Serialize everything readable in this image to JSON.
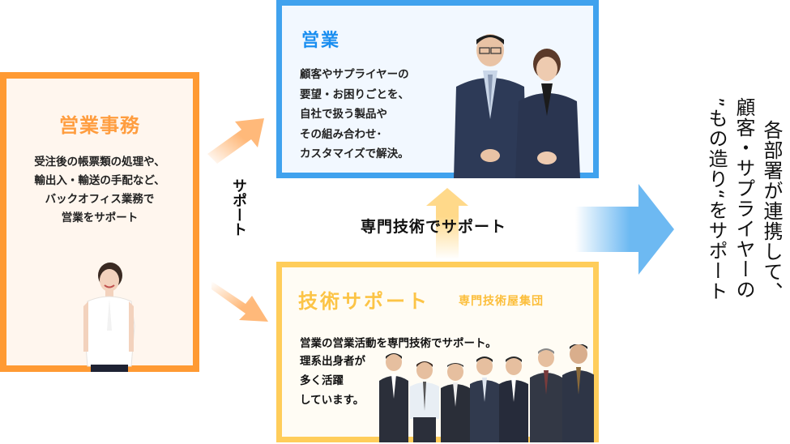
{
  "colors": {
    "office_border": "#ff9a33",
    "office_bg": "#fff6ee",
    "office_title": "#ff9d3f",
    "sales_border": "#40a2ee",
    "sales_bg": "#f2f8ff",
    "sales_title": "#1a8ef0",
    "tech_border": "#ffcd5a",
    "tech_bg": "#fffcf4",
    "tech_title": "#fcc446",
    "arrow_orange": "#ffb97a",
    "arrow_yellow": "#ffd98a",
    "arrow_blue": "#6db9f2"
  },
  "office_card": {
    "title": "営業事務",
    "desc": [
      "受注後の帳票類の処理や、",
      "輸出入・輸送の手配など、",
      "バックオフィス業務で",
      "営業をサポート"
    ]
  },
  "sales_card": {
    "title": "営業",
    "desc": [
      "顧客やサプライヤーの",
      "要望・お困りごとを、",
      "自社で扱う製品や",
      "その組み合わせ･",
      "カスタマイズで解決。"
    ]
  },
  "tech_card": {
    "title": "技術サポート",
    "subtitle": "専門技術屋集団",
    "desc_main": "営業の営業活動を専門技術でサポート。",
    "desc": [
      "理系出身者が",
      "多く活躍",
      "しています。"
    ]
  },
  "labels": {
    "support_vertical": "サポート",
    "tech_support": "専門技術でサポート"
  },
  "message": {
    "lines": [
      "各部署が連携して、",
      "顧客・サプライヤーの",
      "”もの造り“をサポート"
    ]
  }
}
